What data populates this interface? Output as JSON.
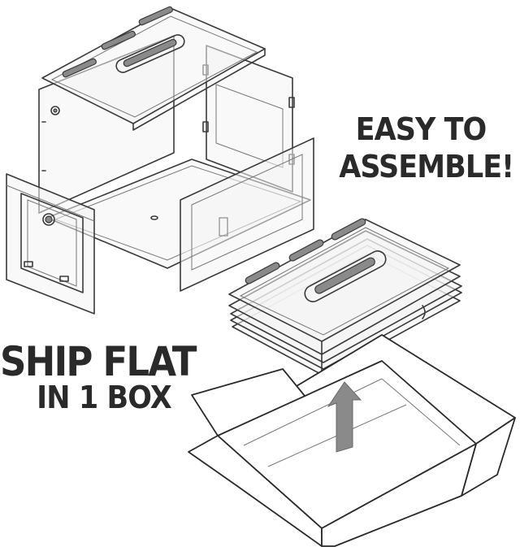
{
  "headline_right": {
    "line1": "EASY TO",
    "line2": "ASSEMBLE!"
  },
  "headline_left": {
    "line1": "SHIP FLAT",
    "line2": "IN 1 BOX"
  },
  "colors": {
    "text": "#2a2a2a",
    "line": "#3a3a3a",
    "arrow": "#8a8a8a",
    "background": "#ffffff"
  }
}
